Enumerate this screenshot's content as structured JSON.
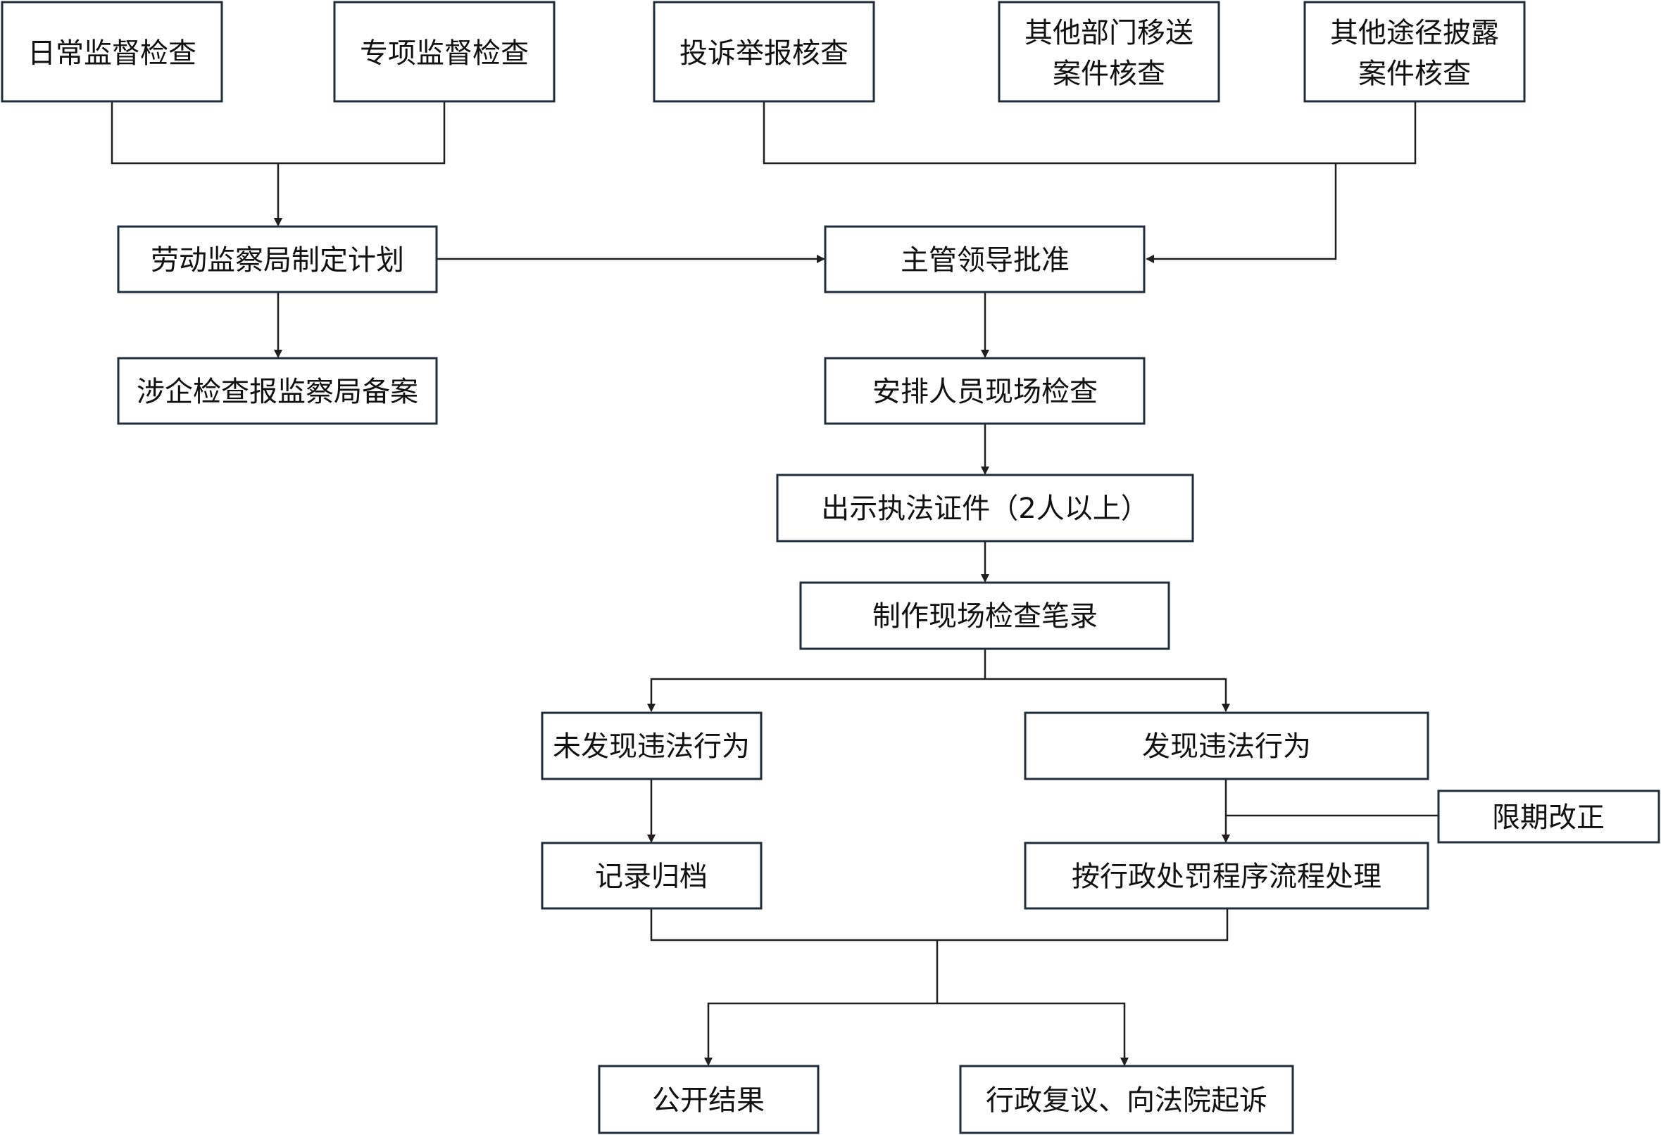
{
  "nodes": {
    "daily": [
      "日常监督检查"
    ],
    "special": [
      "专项监督检查"
    ],
    "complaint": [
      "投诉举报核查"
    ],
    "transfer": [
      "其他部门移送",
      "案件核查"
    ],
    "disclosure": [
      "其他途径披露",
      "案件核查"
    ],
    "plan": [
      "劳动监察局制定计划"
    ],
    "filing": [
      "涉企检查报监察局备案"
    ],
    "approve": [
      "主管领导批准"
    ],
    "arrange": [
      "安排人员现场检查"
    ],
    "credential": [
      "出示执法证件（2人以上）"
    ],
    "record": [
      "制作现场检查笔录"
    ],
    "no_violation": [
      "未发现违法行为"
    ],
    "violation": [
      "发现违法行为"
    ],
    "rectify": [
      "限期改正"
    ],
    "archive": [
      "记录归档"
    ],
    "penalty": [
      "按行政处罚程序流程处理"
    ],
    "publish": [
      "公开结果"
    ],
    "appeal": [
      "行政复议、向法院起诉"
    ]
  }
}
